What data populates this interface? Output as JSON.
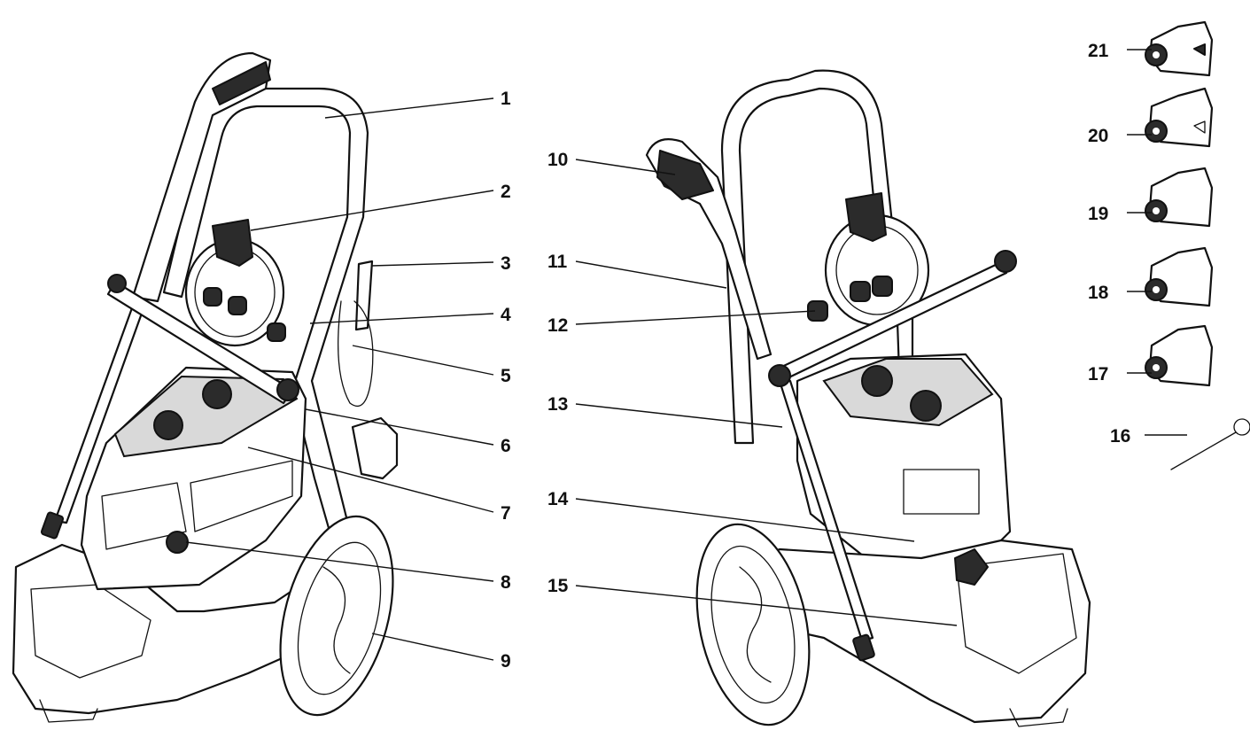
{
  "diagram": {
    "callouts": [
      {
        "id": "1"
      },
      {
        "id": "2"
      },
      {
        "id": "3"
      },
      {
        "id": "4"
      },
      {
        "id": "5"
      },
      {
        "id": "6"
      },
      {
        "id": "7"
      },
      {
        "id": "8"
      },
      {
        "id": "9"
      },
      {
        "id": "10"
      },
      {
        "id": "11"
      },
      {
        "id": "12"
      },
      {
        "id": "13"
      },
      {
        "id": "14"
      },
      {
        "id": "15"
      },
      {
        "id": "16"
      },
      {
        "id": "17"
      },
      {
        "id": "18"
      },
      {
        "id": "19"
      },
      {
        "id": "20"
      },
      {
        "id": "21"
      }
    ]
  }
}
